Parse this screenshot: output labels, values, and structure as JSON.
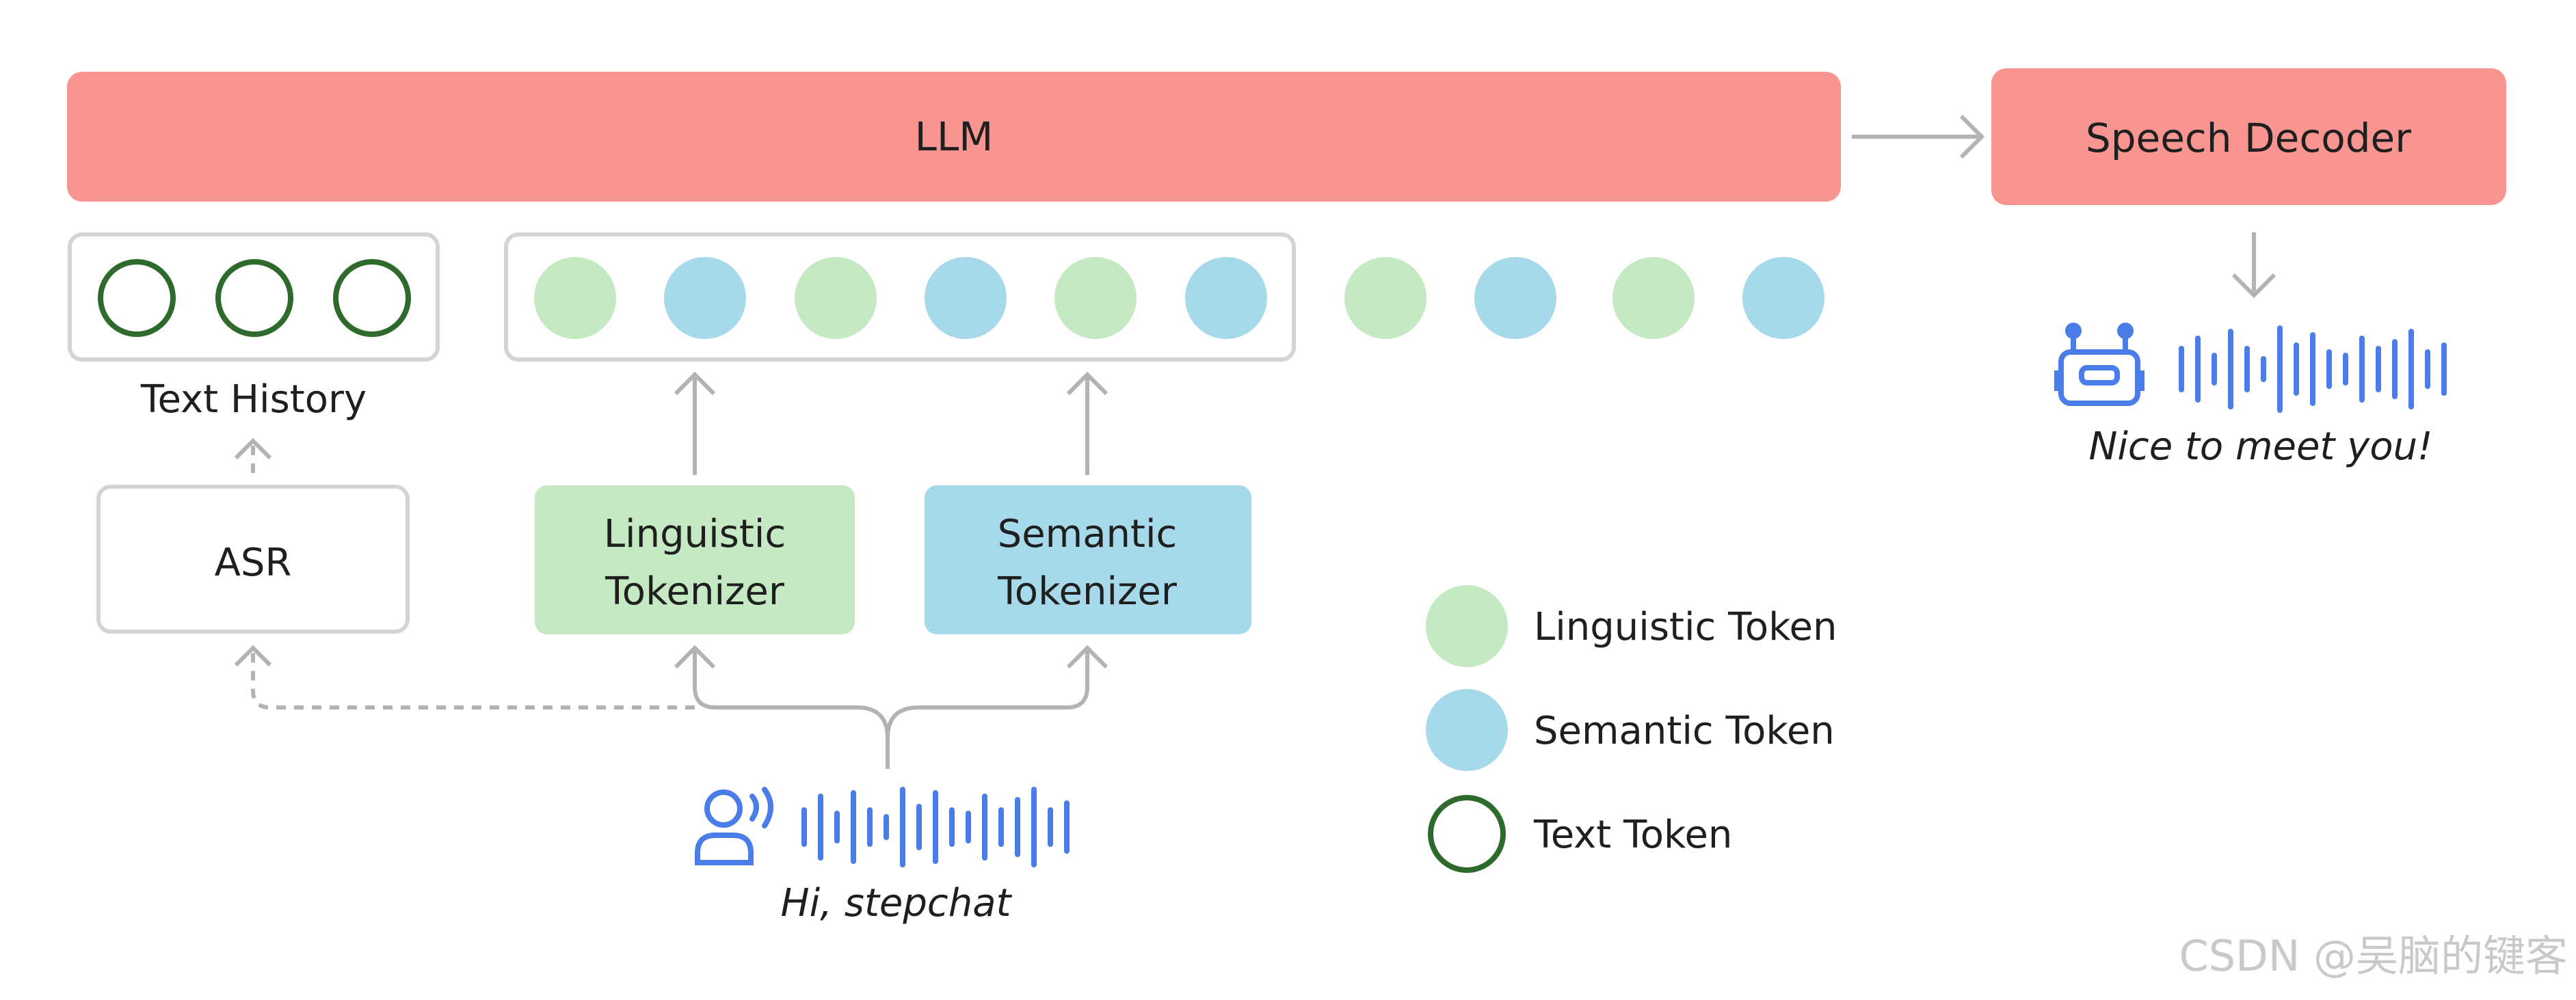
{
  "diagram": {
    "llm_label": "LLM",
    "speech_decoder_label": "Speech Decoder",
    "text_history_label": "Text History",
    "asr_label": "ASR",
    "linguistic_tokenizer_label": [
      "Linguistic",
      "Tokenizer"
    ],
    "semantic_tokenizer_label": [
      "Semantic",
      "Tokenizer"
    ],
    "input_utterance": "Hi, stepchat",
    "output_utterance": "Nice to meet you!",
    "token_sequence": [
      "linguistic",
      "semantic",
      "linguistic",
      "semantic",
      "linguistic",
      "semantic",
      "linguistic",
      "semantic",
      "linguistic",
      "semantic"
    ],
    "text_history_tokens": 3
  },
  "legend": [
    {
      "label": "Linguistic Token",
      "kind": "linguistic"
    },
    {
      "label": "Semantic Token",
      "kind": "semantic"
    },
    {
      "label": "Text Token",
      "kind": "text"
    }
  ],
  "colors": {
    "llm": "#f89591",
    "linguistic": "#c5eac3",
    "semantic": "#a6d9ea",
    "text_token_stroke": "#2d6a2b",
    "box_border": "#d4d4d4",
    "arrow": "#b3b3b3",
    "icon_blue": "#4a7de8"
  },
  "watermark": "CSDN @吴脑的键客"
}
